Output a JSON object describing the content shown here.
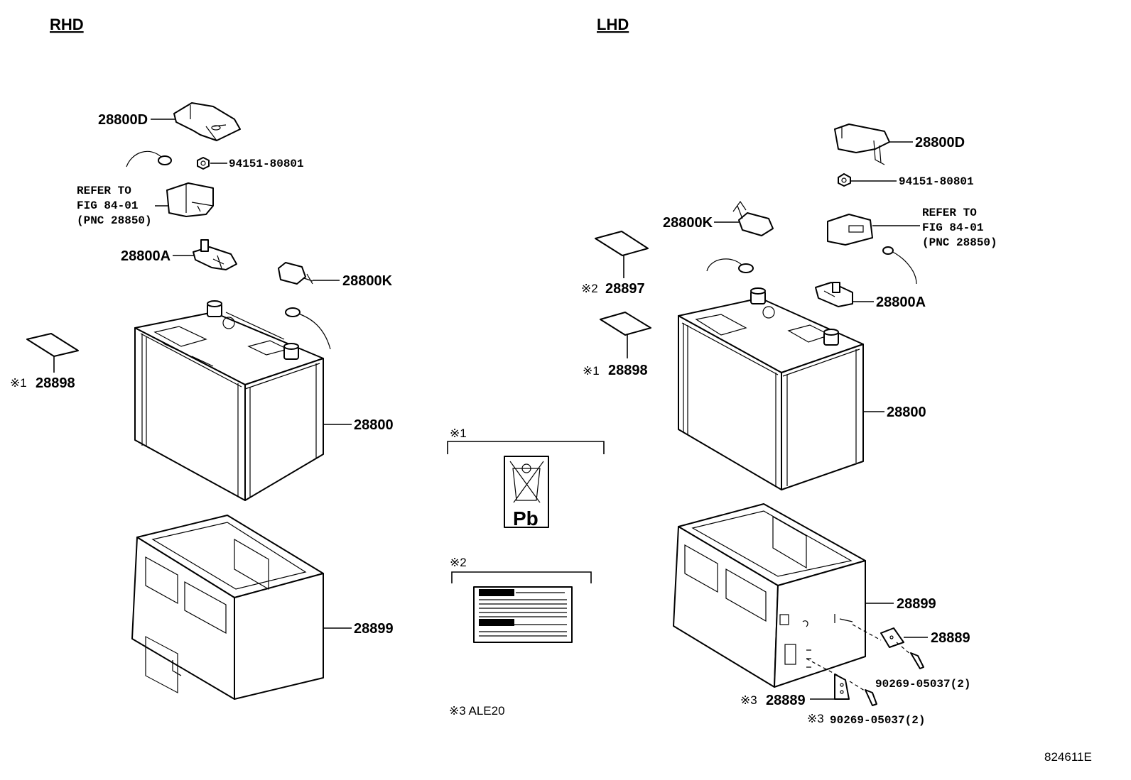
{
  "headers": {
    "rhd": "RHD",
    "lhd": "LHD"
  },
  "rhd": {
    "bracket_d": "28800D",
    "nut": "94151-80801",
    "refer_line1": "REFER TO",
    "refer_line2": "FIG 84-01",
    "refer_line3": "(PNC 28850)",
    "clamp_a": "28800A",
    "cover_k": "28800K",
    "label_28898": "28898",
    "battery": "28800",
    "tray": "28899",
    "note_1": "※1"
  },
  "lhd": {
    "bracket_d": "28800D",
    "nut": "94151-80801",
    "cover_k": "28800K",
    "refer_line1": "REFER TO",
    "refer_line2": "FIG 84-01",
    "refer_line3": "(PNC 28850)",
    "label_28897": "28897",
    "label_28898": "28898",
    "clamp_a": "28800A",
    "battery": "28800",
    "tray": "28899",
    "bracket_28889": "28889",
    "bolt": "90269-05037(2)",
    "bracket_28889_n3": "28889",
    "bolt_n3": "90269-05037(2)",
    "note_1": "※1",
    "note_2": "※2",
    "note_3": "※3"
  },
  "legend": {
    "note_1": "※1",
    "note_2": "※2",
    "note_3": "※3 ALE20",
    "pb": "Pb"
  },
  "figure_id": "824611E"
}
